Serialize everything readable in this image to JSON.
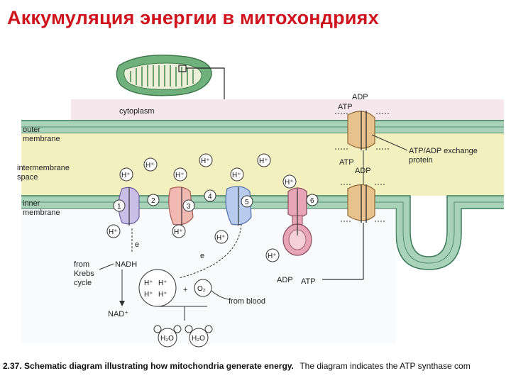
{
  "slide": {
    "title": "Аккумуляция энергии в митохондриях"
  },
  "diagram": {
    "labels": {
      "cytoplasm": "cytoplasm",
      "outer_membrane_1": "outer",
      "outer_membrane_2": "membrane",
      "intermembrane_1": "intermembrane",
      "intermembrane_2": "space",
      "inner_membrane_1": "inner",
      "inner_membrane_2": "membrane",
      "adp_top": "ADP",
      "atp_top": "ATP",
      "atp_mid": "ATP",
      "adp_mid": "ADP",
      "exchange_1": "ATP/ADP exchange",
      "exchange_2": "protein",
      "from_krebs_1": "from",
      "from_krebs_2": "Krebs",
      "from_krebs_3": "cycle",
      "nadh": "NADH",
      "nad": "NAD⁺",
      "e1": "e",
      "e2": "e",
      "o2": "O₂",
      "from_blood": "from blood",
      "plus": "+",
      "h2o_1": "H₂O",
      "h2o_2": "H₂O",
      "adp_bottom": "ADP",
      "atp_bottom": "ATP",
      "hplus": "H⁺"
    },
    "complex_numbers": [
      "1",
      "2",
      "3",
      "4",
      "5",
      "6"
    ],
    "colors": {
      "intermembrane": "#f3f0c0",
      "membrane_green": "#a9d3b8",
      "complex_lavender": "#c9bfe6",
      "complex_pink": "#f2b9b2",
      "complex_blue": "#b8cbef",
      "atp_synthase": "#e7a5b8",
      "exchange_protein": "#e8c28c"
    }
  },
  "caption": {
    "bold": "2.37. Schematic diagram illustrating how mitochondria generate energy.",
    "normal": "The diagram indicates the ATP synthase com"
  }
}
